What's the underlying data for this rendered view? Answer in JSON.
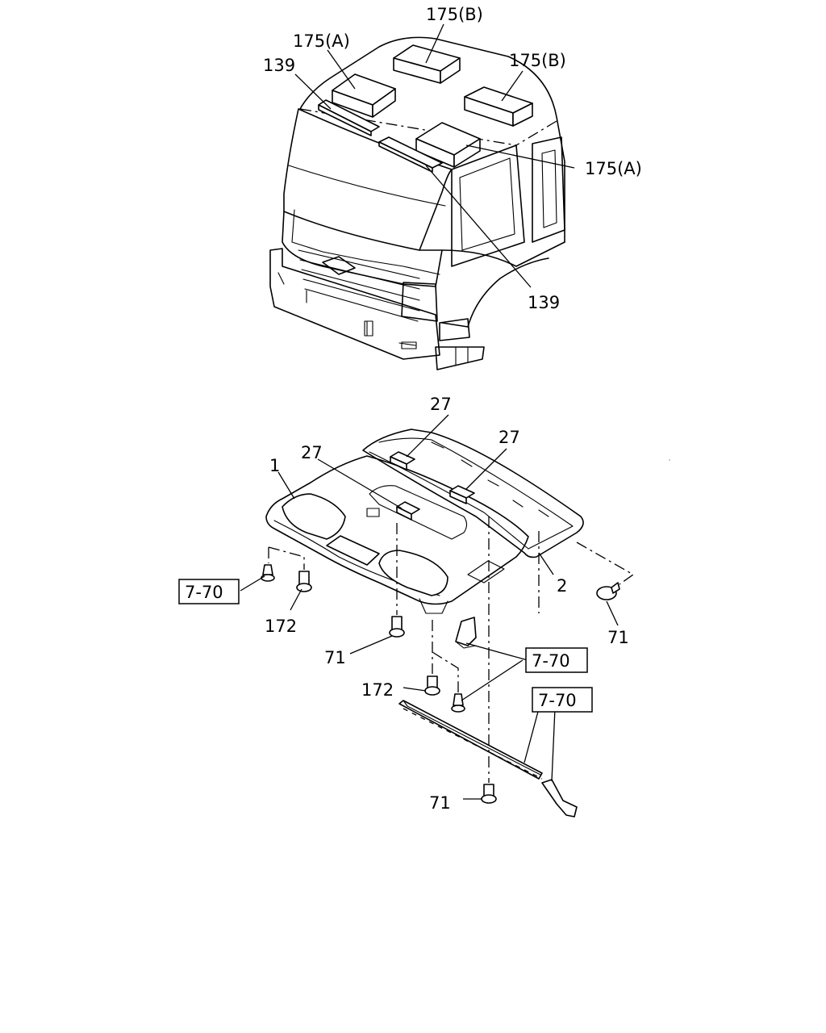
{
  "callouts": {
    "pad_175b_top": "175(B)",
    "pad_175a_left": "175(A)",
    "strip_139_left": "139",
    "pad_175b_right": "175(B)",
    "pad_175a_right": "175(A)",
    "strip_139_right": "139",
    "pad_27_top": "27",
    "pad_27_right": "27",
    "pad_27_left": "27",
    "headliner_1": "1",
    "liner_2": "2",
    "ref_7_70_left": "7-70",
    "screw_172_left": "172",
    "clip_71_right": "71",
    "clip_71_center": "71",
    "ref_7_70_mid": "7-70",
    "screw_172_mid": "172",
    "ref_7_70_lower": "7-70",
    "clip_71_bottom": "71"
  }
}
